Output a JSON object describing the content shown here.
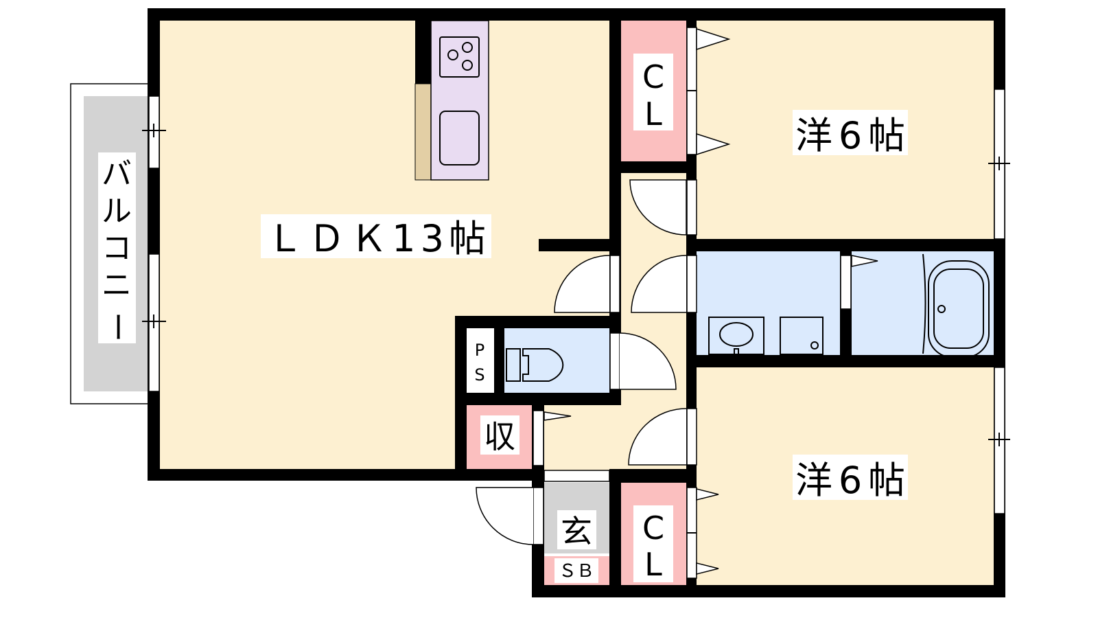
{
  "rooms": {
    "ldk": "ＬＤＫ13帖",
    "western_top": "洋6帖",
    "western_bottom": "洋6帖",
    "closet_top_c": "C",
    "closet_top_l": "L",
    "closet_bottom_c": "C",
    "closet_bottom_l": "L",
    "storage": "収",
    "entrance": "玄",
    "shoe_box": "ＳＢ",
    "pipe_space_p": "P",
    "pipe_space_s": "S",
    "balcony": [
      "バ",
      "ル",
      "コ",
      "ニ",
      "ー"
    ]
  },
  "colors": {
    "floor": "#fdf0d1",
    "wet": "#dbeafd",
    "closet": "#fbbfbf",
    "entrance": "#d3d3d3",
    "kitchen": "#e9dcf2",
    "counter": "#e3cfa5"
  }
}
